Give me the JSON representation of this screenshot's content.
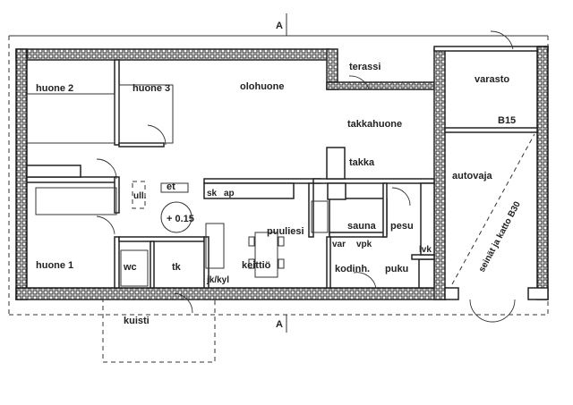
{
  "plan": {
    "section_marks": [
      "A",
      "A"
    ],
    "rooms": {
      "huone2": "huone 2",
      "huone3": "huone 3",
      "olohuone": "olohuone",
      "terassi": "terassi",
      "varasto": "varasto",
      "takkahuone": "takkahuone",
      "b15": "B15",
      "takka": "takka",
      "autovaja": "autovaja",
      "autovaja_note": "seinät ja katto B30",
      "et": "et",
      "ull": "ull.",
      "level": "+ 0.15",
      "sk": "sk",
      "ap": "ap",
      "puuliesi": "puuliesi",
      "sauna": "sauna",
      "pesu": "pesu",
      "var": "var",
      "vpk": "vpk",
      "huone1": "huone 1",
      "wc": "wc",
      "tk": "tk",
      "keittio": "keittiö",
      "jkkyl": "jk/kyl",
      "kodinh": "kodinh.",
      "puku": "puku",
      "lvk": "lvk",
      "kuisti": "kuisti"
    }
  }
}
